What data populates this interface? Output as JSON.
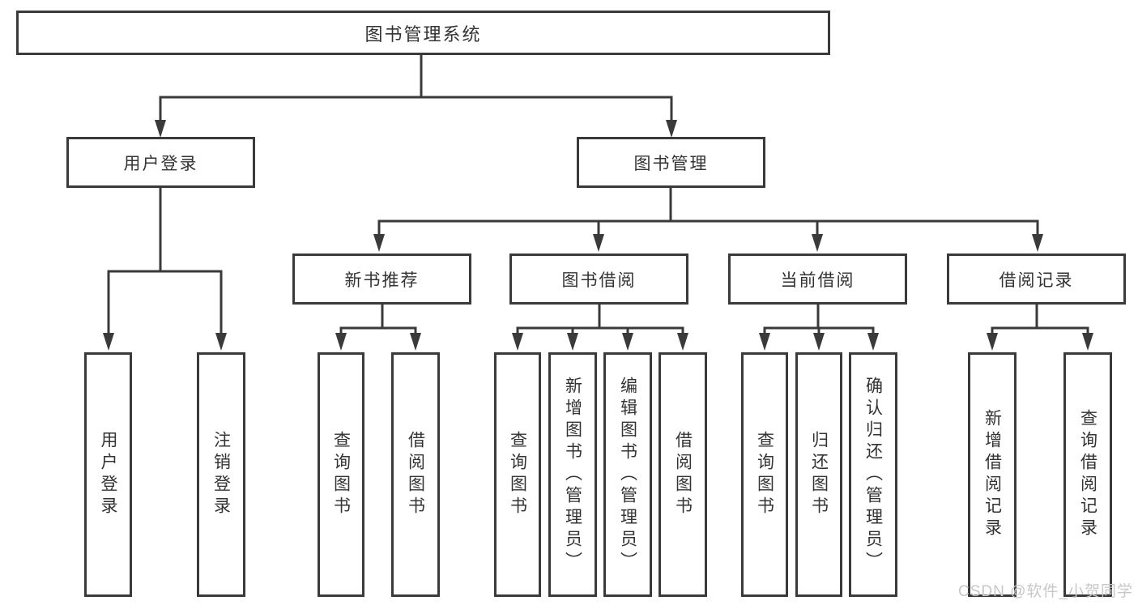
{
  "diagram": {
    "root": {
      "label": "图书管理系统",
      "children": [
        {
          "label": "用户登录",
          "children": [
            {
              "label": "用户登录"
            },
            {
              "label": "注销登录"
            }
          ]
        },
        {
          "label": "图书管理",
          "children": [
            {
              "label": "新书推荐",
              "children": [
                {
                  "label": "查询图书"
                },
                {
                  "label": "借阅图书"
                }
              ]
            },
            {
              "label": "图书借阅",
              "children": [
                {
                  "label": "查询图书"
                },
                {
                  "label": "新增图书（管理员）"
                },
                {
                  "label": "编辑图书（管理员）"
                },
                {
                  "label": "借阅图书"
                }
              ]
            },
            {
              "label": "当前借阅",
              "children": [
                {
                  "label": "查询图书"
                },
                {
                  "label": "归还图书"
                },
                {
                  "label": "确认归还（管理员）"
                }
              ]
            },
            {
              "label": "借阅记录",
              "children": [
                {
                  "label": "新增借阅记录"
                },
                {
                  "label": "查询借阅记录"
                }
              ]
            }
          ]
        }
      ]
    }
  },
  "watermark": {
    "text": "CSDN @软件_小贺同学"
  },
  "colors": {
    "line": "#3a3a3a",
    "text": "#333333",
    "watermark": "#c7c7c7",
    "background": "#ffffff"
  }
}
